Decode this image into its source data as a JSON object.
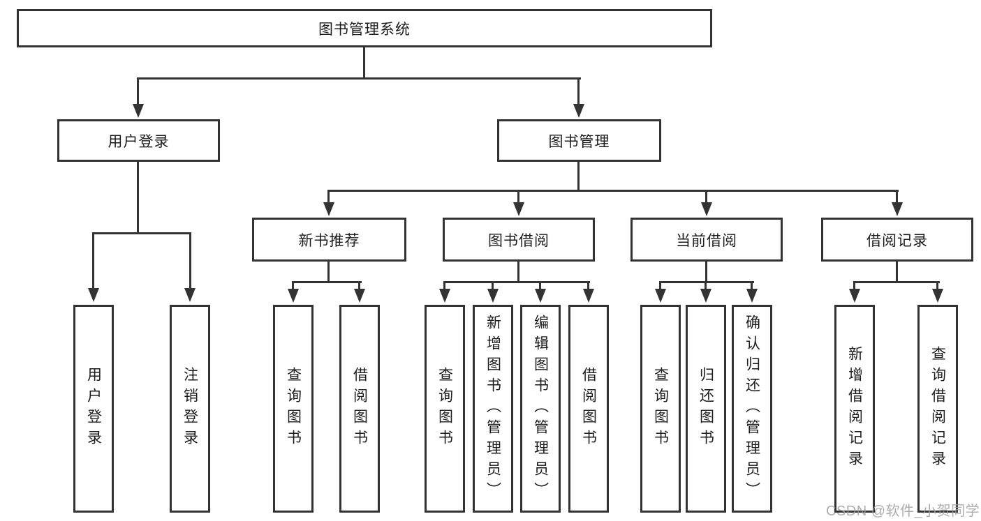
{
  "colors": {
    "line": "#333333",
    "box_border": "#333333",
    "box_fill": "#ffffff",
    "text": "#1c1c1c",
    "watermark": "#9f9f9f"
  },
  "watermark": {
    "text": "CSDN @软件_小贺同学"
  },
  "tree": {
    "root": {
      "label": "图书管理系统"
    },
    "branches": [
      {
        "label": "用户登录",
        "children": [
          {
            "label": "用户登录"
          },
          {
            "label": "注销登录"
          }
        ]
      },
      {
        "label": "图书管理",
        "children": [
          {
            "label": "新书推荐",
            "children": [
              {
                "label": "查询图书"
              },
              {
                "label": "借阅图书"
              }
            ]
          },
          {
            "label": "图书借阅",
            "children": [
              {
                "label": "查询图书"
              },
              {
                "label": "新增图书（管理员）"
              },
              {
                "label": "编辑图书（管理员）"
              },
              {
                "label": "借阅图书"
              }
            ]
          },
          {
            "label": "当前借阅",
            "children": [
              {
                "label": "查询图书"
              },
              {
                "label": "归还图书"
              },
              {
                "label": "确认归还（管理员）"
              }
            ]
          },
          {
            "label": "借阅记录",
            "children": [
              {
                "label": "新增借阅记录"
              },
              {
                "label": "查询借阅记录"
              }
            ]
          }
        ]
      }
    ]
  }
}
